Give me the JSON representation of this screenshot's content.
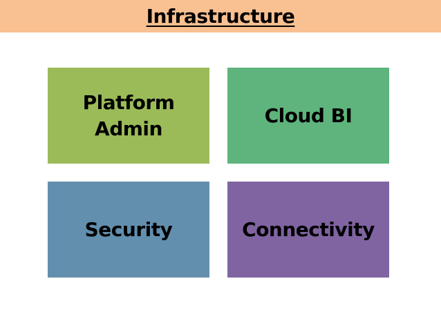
{
  "title": "Infrastructure",
  "colors": {
    "title_bar": "#f9c091",
    "platform_admin": "#9bbb59",
    "cloud_bi": "#5eb47c",
    "security": "#628fae",
    "connectivity": "#8064a2"
  },
  "tiles": [
    {
      "label": "Platform\nAdmin",
      "color": "#9bbb59"
    },
    {
      "label": "Cloud BI",
      "color": "#5eb47c"
    },
    {
      "label": "Security",
      "color": "#628fae"
    },
    {
      "label": "Connectivity",
      "color": "#8064a2"
    }
  ]
}
